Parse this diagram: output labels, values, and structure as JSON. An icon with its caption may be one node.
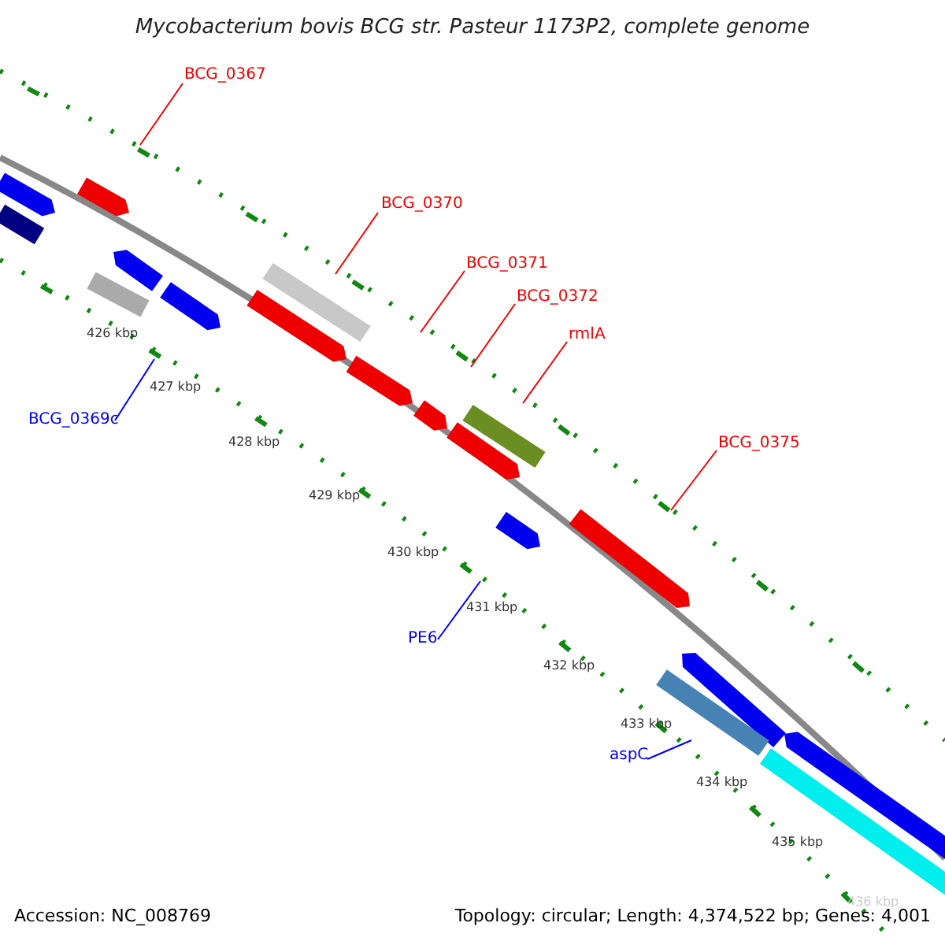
{
  "diagram": {
    "title": "Mycobacterium bovis BCG str. Pasteur 1173P2, complete genome",
    "nodes": [
      {
        "text": [
          "BCG_0367"
        ]
      },
      {
        "text": [
          "BCG_0370"
        ]
      },
      {
        "text": [
          "BCG_0371"
        ]
      },
      {
        "text": [
          "BCG_0372"
        ]
      },
      {
        "text": [
          "rmlA"
        ]
      },
      {
        "text": [
          "BCG_0375"
        ]
      },
      {
        "text": [
          "BCG_0369c"
        ]
      },
      {
        "text": [
          "PE6"
        ]
      },
      {
        "text": [
          "aspC"
        ]
      }
    ],
    "edges": [
      {
        "from": 0,
        "to": null,
        "arrow": "none"
      },
      {
        "from": 1,
        "to": null,
        "arrow": "none"
      },
      {
        "from": 2,
        "to": null,
        "arrow": "none"
      },
      {
        "from": 3,
        "to": null,
        "arrow": "none"
      },
      {
        "from": 4,
        "to": null,
        "arrow": "none"
      },
      {
        "from": 5,
        "to": null,
        "arrow": "none"
      },
      {
        "from": 6,
        "to": null,
        "arrow": "none",
        "color": "#0000ff"
      },
      {
        "from": 7,
        "to": null,
        "arrow": "none",
        "color": "#0000ff"
      },
      {
        "from": 8,
        "to": null,
        "arrow": "none",
        "color": "#0000ff"
      }
    ],
    "labels": [
      "426 kbp",
      "427 kbp",
      "428 kbp",
      "429 kbp",
      "430 kbp",
      "431 kbp",
      "432 kbp",
      "433 kbp",
      "434 kbp",
      "435 kbp",
      "436 kbp",
      "Accession: NC_008769",
      "Topology: circular; Length: 4,374,522 bp; Genes: 4,001"
    ]
  }
}
